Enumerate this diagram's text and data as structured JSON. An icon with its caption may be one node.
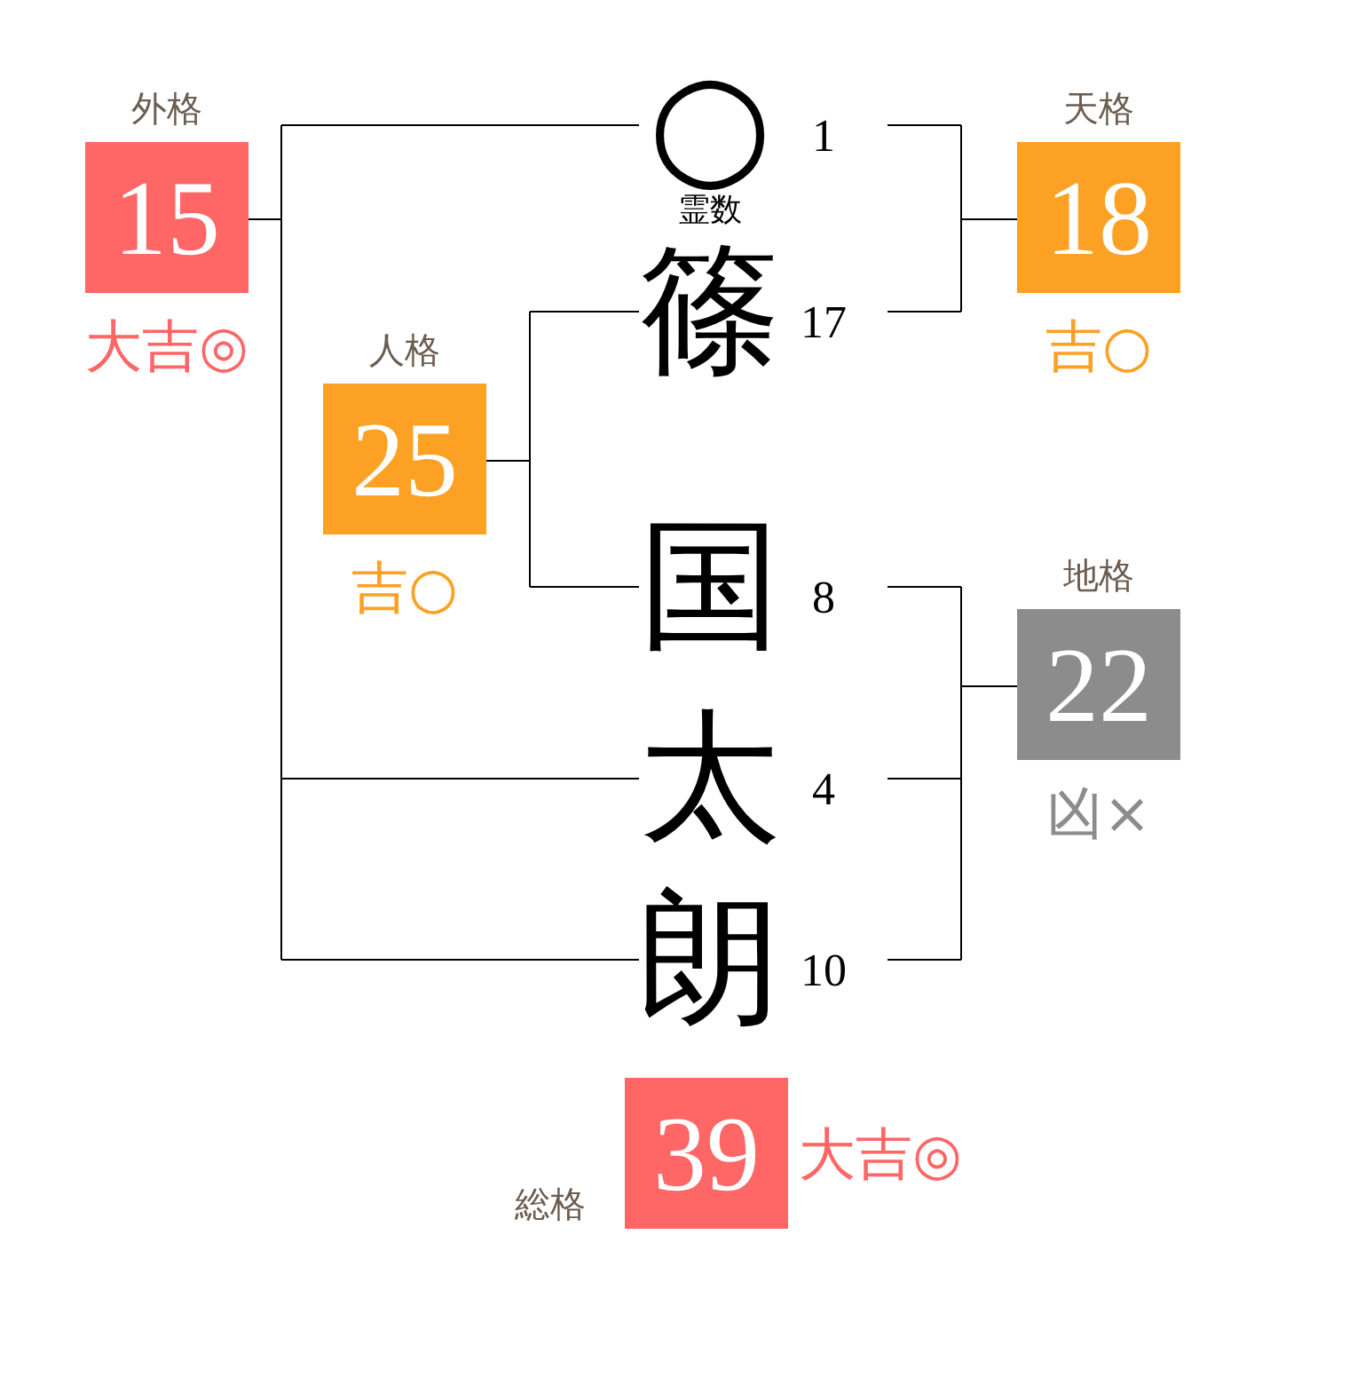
{
  "diagram": {
    "nodes": [
      {
        "text": [
          "外格",
          "15"
        ],
        "beside": [
          "大吉◎"
        ]
      },
      {
        "text": [
          "○",
          "霊数"
        ],
        "beside": [
          "1"
        ]
      },
      {
        "text": [
          "天格",
          "18"
        ],
        "beside": [
          "吉○"
        ]
      },
      {
        "text": [
          "篠"
        ],
        "beside": [
          "17"
        ]
      },
      {
        "text": [
          "人格",
          "25"
        ],
        "beside": [
          "吉○"
        ]
      },
      {
        "text": [
          "国"
        ],
        "beside": [
          "8"
        ]
      },
      {
        "text": [
          "地格",
          "22"
        ],
        "beside": [
          "凶×"
        ]
      },
      {
        "text": [
          "太"
        ],
        "beside": [
          "4"
        ]
      },
      {
        "text": [
          "朗"
        ],
        "beside": [
          "10"
        ]
      },
      {
        "text": [
          "総格",
          "39"
        ],
        "beside": [
          "大吉◎"
        ]
      }
    ],
    "edges": [
      {
        "from": 0,
        "to": 1,
        "arrow": "none"
      },
      {
        "from": 0,
        "to": 7,
        "arrow": "none"
      },
      {
        "from": 0,
        "to": 8,
        "arrow": "none"
      },
      {
        "from": 2,
        "to": 1,
        "arrow": "none"
      },
      {
        "from": 2,
        "to": 3,
        "arrow": "none"
      },
      {
        "from": 4,
        "to": 3,
        "arrow": "none"
      },
      {
        "from": 4,
        "to": 5,
        "arrow": "none"
      },
      {
        "from": 6,
        "to": 5,
        "arrow": "none"
      },
      {
        "from": 6,
        "to": 7,
        "arrow": "none"
      },
      {
        "from": 6,
        "to": 8,
        "arrow": "none"
      }
    ]
  }
}
